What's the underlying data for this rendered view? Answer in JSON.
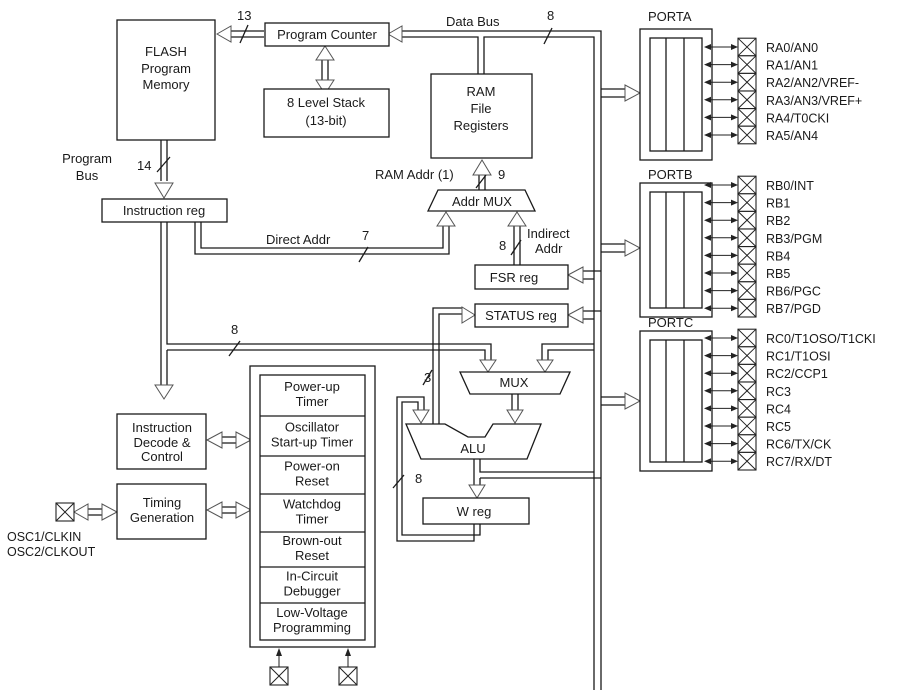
{
  "blocks": {
    "flash": [
      "FLASH",
      "Program",
      "Memory"
    ],
    "program_counter": "Program Counter",
    "stack": [
      "8 Level Stack",
      "(13-bit)"
    ],
    "ram": [
      "RAM",
      "File",
      "Registers"
    ],
    "instruction_reg": "Instruction reg",
    "addr_mux": "Addr MUX",
    "fsr_reg": "FSR reg",
    "status_reg": "STATUS reg",
    "mux": "MUX",
    "alu": "ALU",
    "w_reg": "W reg",
    "instruction_decode": [
      "Instruction",
      "Decode &",
      "Control"
    ],
    "timing_generation": [
      "Timing",
      "Generation"
    ],
    "peripherals": [
      [
        "Power-up",
        "Timer"
      ],
      [
        "Oscillator",
        "Start-up Timer"
      ],
      [
        "Power-on",
        "Reset"
      ],
      [
        "Watchdog",
        "Timer"
      ],
      [
        "Brown-out",
        "Reset"
      ],
      [
        "In-Circuit",
        "Debugger"
      ],
      [
        "Low-Voltage",
        "Programming"
      ]
    ]
  },
  "bus_labels": {
    "data_bus": "Data Bus",
    "program_bus": [
      "Program",
      "Bus"
    ],
    "ram_addr": "RAM Addr (1)",
    "direct_addr": "Direct Addr",
    "indirect_addr": [
      "Indirect",
      "Addr"
    ]
  },
  "bus_widths": {
    "pc_to_flash": "13",
    "data_bus": "8",
    "program_bus": "14",
    "ram_addr": "9",
    "direct_addr": "7",
    "indirect_addr": "8",
    "literal_bus": "8",
    "status_bits": "3",
    "w_feedback": "8"
  },
  "ports": [
    {
      "name": "PORTA",
      "pins": [
        "RA0/AN0",
        "RA1/AN1",
        "RA2/AN2/VREF-",
        "RA3/AN3/VREF+",
        "RA4/T0CKI",
        "RA5/AN4"
      ]
    },
    {
      "name": "PORTB",
      "pins": [
        "RB0/INT",
        "RB1",
        "RB2",
        "RB3/PGM",
        "RB4",
        "RB5",
        "RB6/PGC",
        "RB7/PGD"
      ]
    },
    {
      "name": "PORTC",
      "pins": [
        "RC0/T1OSO/T1CKI",
        "RC1/T1OSI",
        "RC2/CCP1",
        "RC3",
        "RC4",
        "RC5",
        "RC6/TX/CK",
        "RC7/RX/DT"
      ]
    }
  ],
  "osc_pins": [
    "OSC1/CLKIN",
    "OSC2/CLKOUT"
  ]
}
